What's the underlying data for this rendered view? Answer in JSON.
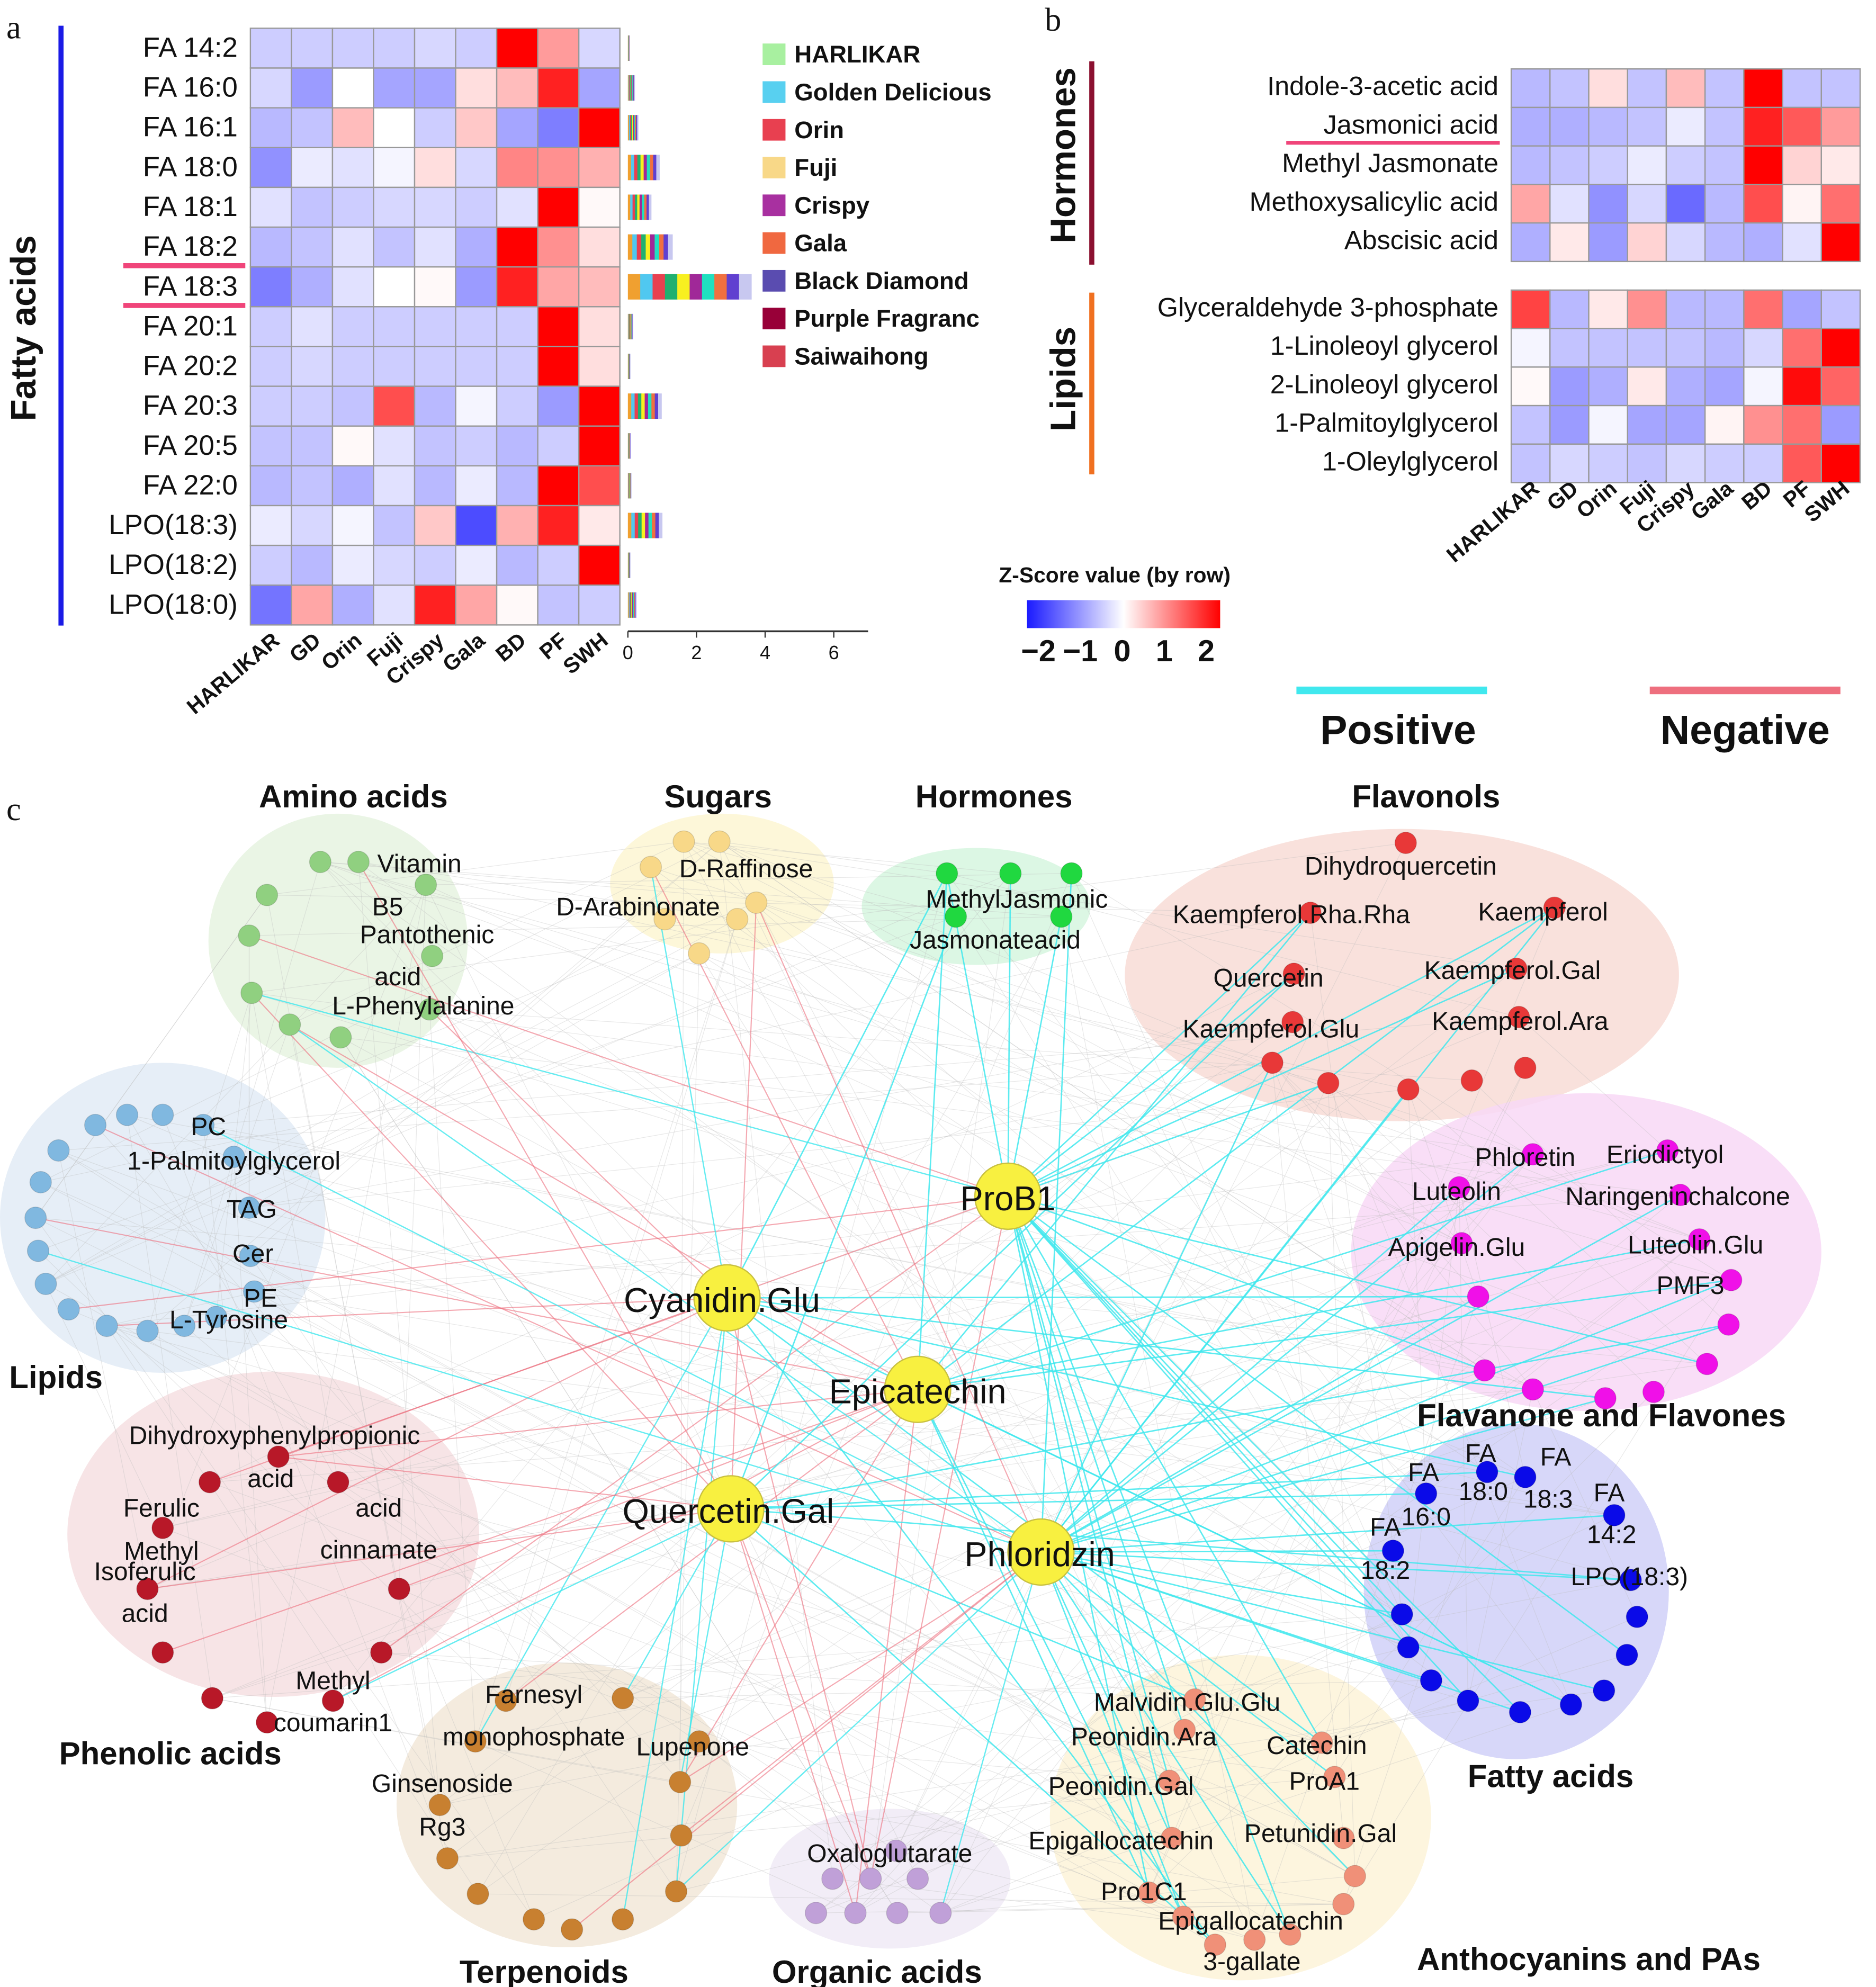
{
  "panel_labels": {
    "a": "a",
    "b": "b",
    "c": "c"
  },
  "colors": {
    "heat_low": "#1a1aff",
    "heat_mid": "#ffffff",
    "heat_high": "#ff0000",
    "positive_edge": "#40e8ee",
    "negative_edge": "#ee6f7e",
    "fatty_acid_bar": "#1a1ae6",
    "hormones_bar": "#8b1030",
    "lipids_bar": "#f07020",
    "underline": "#f0457a"
  },
  "chart_data": [
    {
      "type": "heatmap",
      "panel": "a",
      "group_label": "Fatty acids",
      "rows": [
        "FA 14:2",
        "FA 16:0",
        "FA 16:1",
        "FA 18:0",
        "FA 18:1",
        "FA 18:2",
        "FA 18:3",
        "FA 20:1",
        "FA 20:2",
        "FA 20:3",
        "FA 20:5",
        "FA 22:0",
        "LPO(18:3)",
        "LPO(18:2)",
        "LPO(18:0)"
      ],
      "highlighted_rows": [
        "FA 18:2",
        "FA 18:3"
      ],
      "columns": [
        "HARLIKAR",
        "GD",
        "Orin",
        "Fuji",
        "Crispy",
        "Gala",
        "BD",
        "PF",
        "SWH"
      ],
      "zscores": [
        [
          -0.5,
          -0.5,
          -0.5,
          -0.5,
          -0.4,
          -0.5,
          2.3,
          0.9,
          -0.4
        ],
        [
          -0.4,
          -1.0,
          0.0,
          -0.9,
          -0.9,
          0.3,
          0.6,
          2.0,
          -0.9
        ],
        [
          -0.7,
          -0.6,
          0.6,
          0.0,
          -0.5,
          0.5,
          -0.9,
          -1.3,
          2.3
        ],
        [
          -1.1,
          -0.2,
          -0.3,
          -0.1,
          0.3,
          -0.4,
          1.1,
          1.0,
          0.7
        ],
        [
          -0.3,
          -0.6,
          -0.5,
          -0.4,
          -0.4,
          -0.5,
          -0.3,
          2.3,
          0.05
        ],
        [
          -0.7,
          -0.6,
          -0.3,
          -0.6,
          -0.3,
          -0.8,
          2.3,
          1.0,
          0.3
        ],
        [
          -1.3,
          -0.8,
          -0.3,
          0.0,
          0.05,
          -1.0,
          2.0,
          0.8,
          0.6
        ],
        [
          -0.5,
          -0.3,
          -0.5,
          -0.5,
          -0.5,
          -0.5,
          -0.5,
          2.3,
          0.3
        ],
        [
          -0.5,
          -0.4,
          -0.5,
          -0.5,
          -0.5,
          -0.5,
          -0.5,
          2.3,
          0.3
        ],
        [
          -0.5,
          -0.5,
          -0.6,
          1.6,
          -0.7,
          -0.1,
          -0.5,
          -1.0,
          2.3
        ],
        [
          -0.6,
          -0.6,
          0.05,
          -0.3,
          -0.6,
          -0.5,
          -0.7,
          -0.5,
          2.3
        ],
        [
          -0.7,
          -0.6,
          -0.8,
          -0.3,
          -0.7,
          -0.2,
          -0.7,
          2.3,
          1.6
        ],
        [
          -0.2,
          -0.4,
          -0.1,
          -0.6,
          0.5,
          -1.8,
          0.7,
          2.0,
          0.2
        ],
        [
          -0.5,
          -0.7,
          -0.2,
          -0.4,
          -0.5,
          -0.2,
          -0.7,
          -0.5,
          2.3
        ],
        [
          -1.4,
          0.8,
          -0.8,
          -0.3,
          2.0,
          0.8,
          0.05,
          -0.6,
          -0.5
        ]
      ]
    },
    {
      "type": "bar",
      "panel": "a",
      "stacked": true,
      "categories": [
        "FA 14:2",
        "FA 16:0",
        "FA 16:1",
        "FA 18:0",
        "FA 18:1",
        "FA 18:2",
        "FA 18:3",
        "FA 20:1",
        "FA 20:2",
        "FA 20:3",
        "FA 20:5",
        "FA 22:0",
        "LPO(18:3)",
        "LPO(18:2)",
        "LPO(18:0)"
      ],
      "values": [
        0.05,
        0.2,
        0.3,
        0.92,
        0.68,
        1.3,
        3.6,
        0.15,
        0.07,
        0.98,
        0.08,
        0.1,
        1.0,
        0.07,
        0.25
      ],
      "segment_colors": [
        "#f0a030",
        "#50c8f0",
        "#e84050",
        "#20b070",
        "#f8f020",
        "#a02898",
        "#20e0c0",
        "#f07040",
        "#6040d0",
        "#c8c8f0"
      ],
      "xlim": [
        0,
        7
      ],
      "xticks": [
        "0",
        "2",
        "4",
        "6"
      ],
      "legend_position": "right",
      "legend": [
        {
          "label": "HARLIKAR",
          "color": "#a8f0a0"
        },
        {
          "label": "Golden Delicious",
          "color": "#58d0f0"
        },
        {
          "label": "Orin",
          "color": "#e84050"
        },
        {
          "label": "Fuji",
          "color": "#f8d888"
        },
        {
          "label": "Crispy",
          "color": "#a830a0"
        },
        {
          "label": "Gala",
          "color": "#f06840"
        },
        {
          "label": "Black Diamond",
          "color": "#5a4cb0"
        },
        {
          "label": "Purple Fragranc",
          "color": "#980038"
        },
        {
          "label": "Saiwaihong",
          "color": "#d84050"
        }
      ]
    },
    {
      "type": "heatmap",
      "panel": "b",
      "groups": [
        {
          "label": "Hormones",
          "rows": [
            "Indole-3-acetic acid",
            "Jasmonici acid",
            "Methyl Jasmonate",
            "Methoxysalicylic acid",
            "Abscisic acid"
          ],
          "highlighted_rows": [
            "Jasmonici acid"
          ],
          "zscores": [
            [
              -0.7,
              -0.6,
              0.3,
              -0.6,
              0.6,
              -0.6,
              2.3,
              -0.6,
              -0.6
            ],
            [
              -0.8,
              -0.8,
              -0.7,
              -0.6,
              -0.2,
              -0.6,
              2.0,
              1.5,
              0.9
            ],
            [
              -0.7,
              -0.6,
              -0.5,
              -0.2,
              -0.5,
              -0.6,
              2.3,
              0.4,
              0.2
            ],
            [
              0.8,
              -0.3,
              -1.1,
              -0.4,
              -1.5,
              -0.7,
              1.6,
              0.1,
              1.3
            ],
            [
              -0.8,
              0.2,
              -1.0,
              0.4,
              -0.4,
              -0.7,
              -0.8,
              -0.3,
              2.3
            ]
          ]
        },
        {
          "label": "Lipids",
          "rows": [
            "Glyceraldehyde 3-phosphate",
            "1-Linoleoyl glycerol",
            "2-Linoleoyl glycerol",
            "1-Palmitoylglycerol",
            "1-Oleylglycerol"
          ],
          "zscores": [
            [
              1.7,
              -0.7,
              0.2,
              1.0,
              -0.7,
              -0.7,
              1.3,
              -0.9,
              -0.6
            ],
            [
              -0.1,
              -0.6,
              -0.6,
              -0.6,
              -0.6,
              -0.7,
              -0.4,
              1.3,
              2.3
            ],
            [
              0.05,
              -1.0,
              -0.8,
              0.2,
              -0.8,
              -0.9,
              -0.1,
              2.2,
              1.4
            ],
            [
              -0.6,
              -1.0,
              -0.1,
              -0.9,
              -0.9,
              0.1,
              1.0,
              1.3,
              -1.0
            ],
            [
              -0.6,
              -0.4,
              -0.5,
              -0.6,
              -0.4,
              -0.5,
              -0.5,
              1.5,
              2.3
            ]
          ]
        }
      ],
      "columns": [
        "HARLIKAR",
        "GD",
        "Orin",
        "Fuji",
        "Crispy",
        "Gala",
        "BD",
        "PF",
        "SWH"
      ]
    }
  ],
  "colorbar": {
    "title": "Z-Score value (by row)",
    "ticks": [
      "-2",
      "-1",
      "0",
      "1",
      "2"
    ],
    "range": [
      -2,
      2
    ]
  },
  "edge_legend": {
    "positive": "Positive",
    "negative": "Negative"
  },
  "network": {
    "hubs": [
      "ProB1",
      "Cyanidin.Glu",
      "Epicatechin",
      "Quercetin.Gal",
      "Phloridzin"
    ],
    "hub_color": "#f8f040",
    "clusters": [
      {
        "title": "Amino acids",
        "color": "#90d080",
        "bg": "#e6f3e0",
        "labels": [
          "Vitamin",
          "B5",
          "Pantothenic",
          "acid",
          "L-Phenylalanine"
        ]
      },
      {
        "title": "Sugars",
        "color": "#f8d888",
        "bg": "#fdf6d2",
        "labels": [
          "D-Raffinose",
          "D-Arabinonate"
        ]
      },
      {
        "title": "Hormones",
        "color": "#20d840",
        "bg": "#d6f6df",
        "labels": [
          "MethylJasmonic",
          "Jasmonateacid"
        ]
      },
      {
        "title": "Flavonols",
        "color": "#e83838",
        "bg": "#f8dcd6",
        "labels": [
          "Dihydroquercetin",
          "Kaempferol.Rha.Rha",
          "Kaempferol",
          "Quercetin",
          "Kaempferol.Gal",
          "Kaempferol.Glu",
          "Kaempferol.Ara"
        ]
      },
      {
        "title": "Lipids",
        "color": "#80b8e0",
        "bg": "#e2ebf6",
        "labels": [
          "PC",
          "1-Palmitoylglycerol",
          "TAG",
          "Cer",
          "PE",
          "L-Tyrosine"
        ]
      },
      {
        "title": "Flavanone and Flavones",
        "color": "#f010e8",
        "bg": "#f8d8f6",
        "labels": [
          "Phloretin",
          "Eriodictyol",
          "Luteolin",
          "Naringeninchalcone",
          "Apigelin.Glu",
          "Luteolin.Glu",
          "PMF3"
        ]
      },
      {
        "title": "Phenolic acids",
        "color": "#b81828",
        "bg": "#f6dfe2",
        "labels": [
          "Dihydroxyphenylpropionic",
          "acid",
          "Ferulic",
          "acid",
          "Methyl",
          "cinnamate",
          "Isoferulic",
          "acid",
          "Methyl",
          "coumarin1"
        ]
      },
      {
        "title": "Fatty acids",
        "color": "#0a0ae8",
        "bg": "#d0d0f8",
        "labels": [
          "FA",
          "18:0",
          "FA",
          "18:3",
          "FA",
          "16:0",
          "FA",
          "14:2",
          "FA",
          "18:2",
          "LPO(18:3)"
        ]
      },
      {
        "title": "Terpenoids",
        "color": "#c88030",
        "bg": "#f2e8d8",
        "labels": [
          "Farnesyl",
          "monophosphate",
          "Lupenone",
          "Ginsenoside",
          "Rg3"
        ]
      },
      {
        "title": "Organic acids",
        "color": "#c0a0d8",
        "bg": "#f0eaf6",
        "labels": [
          "Oxaloglutarate"
        ]
      },
      {
        "title": "Anthocyanins and PAs",
        "color": "#f09078",
        "bg": "#fdf3d8",
        "labels": [
          "Malvidin.Glu.Glu",
          "Peonidin.Ara",
          "Catechin",
          "ProA1",
          "Peonidin.Gal",
          "Petunidin.Gal",
          "Epigallocatechin",
          "Pro1C1",
          "Epigallocatechin",
          "3-gallate"
        ]
      }
    ]
  }
}
